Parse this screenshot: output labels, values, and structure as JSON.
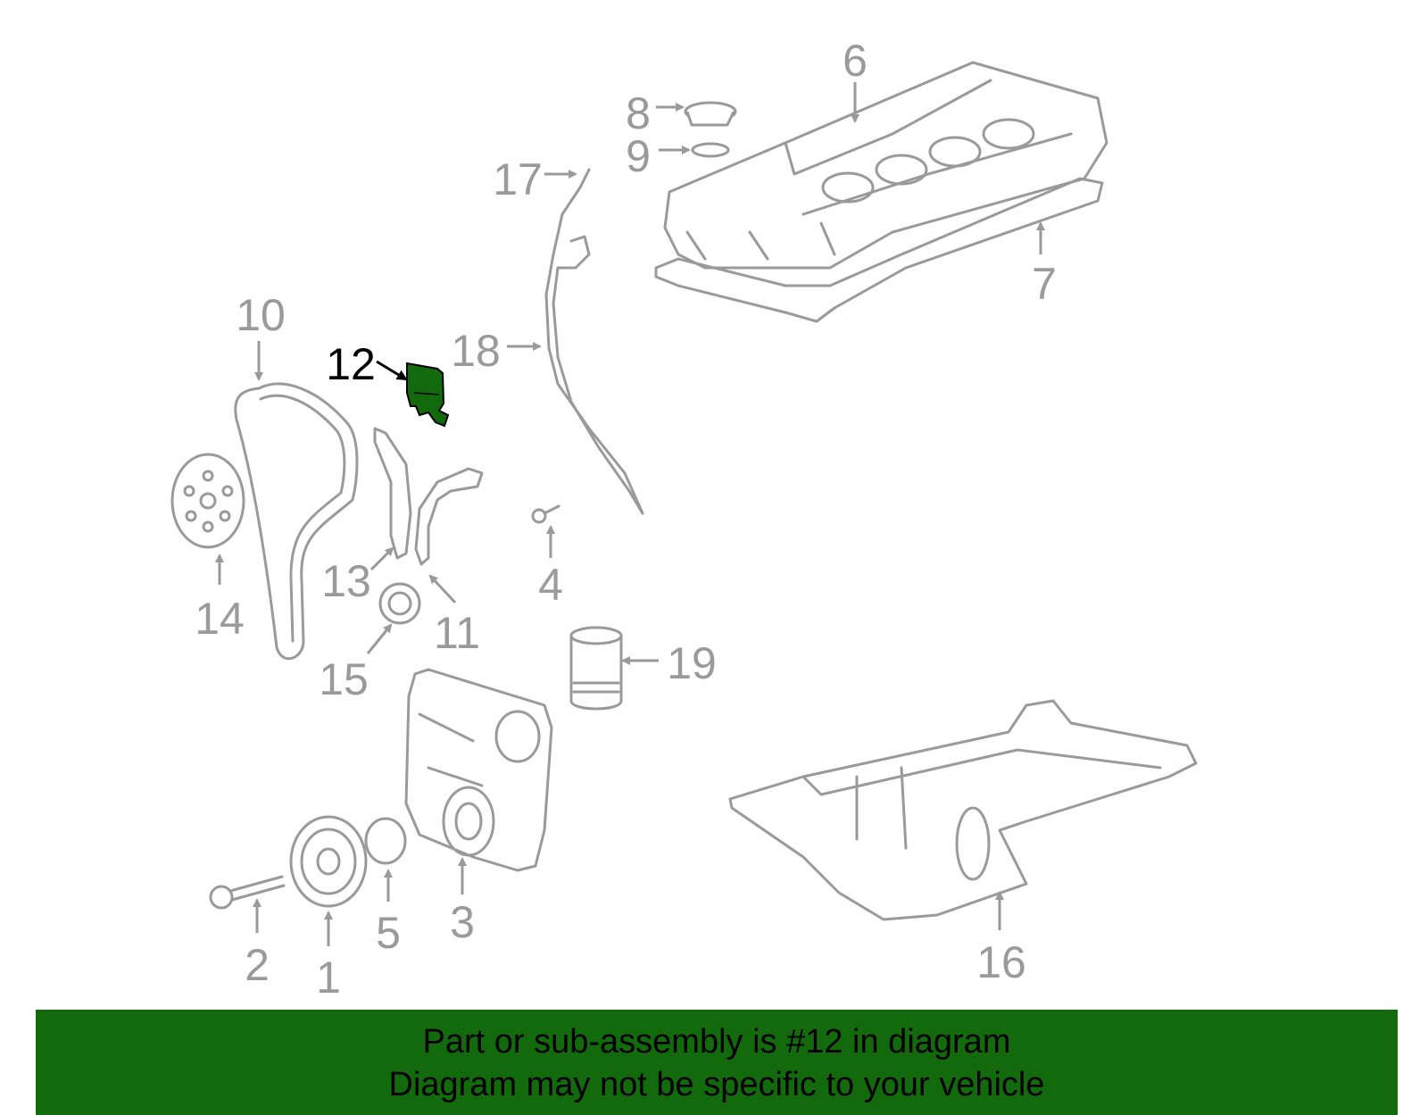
{
  "callouts": {
    "c1": "1",
    "c2": "2",
    "c3": "3",
    "c4": "4",
    "c5": "5",
    "c6": "6",
    "c7": "7",
    "c8": "8",
    "c9": "9",
    "c10": "10",
    "c11": "11",
    "c12": "12",
    "c13": "13",
    "c14": "14",
    "c15": "15",
    "c16": "16",
    "c17": "17",
    "c18": "18",
    "c19": "19"
  },
  "highlight_part": "12",
  "colors": {
    "line_art": "#9a9a9a",
    "highlight": "#136a0c",
    "banner": "#136a0c",
    "text": "#000000"
  },
  "banner": {
    "line1": "Part or sub-assembly is #12 in diagram",
    "line2": "Diagram may not be specific to your vehicle"
  }
}
